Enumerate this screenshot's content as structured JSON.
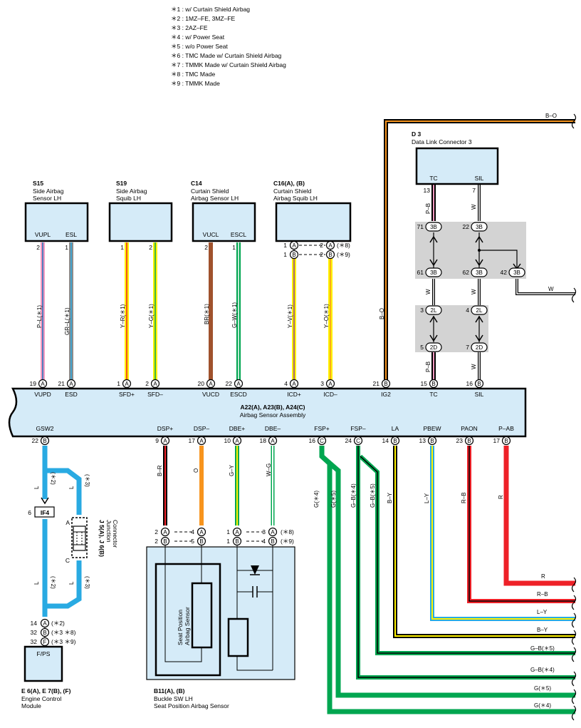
{
  "notes": [
    "＊1 : w/ Curtain Shield Airbag",
    "＊2 : 1MZ–FE,  3MZ–FE",
    "＊3 : 2AZ–FE",
    "＊4 : w/ Power Seat",
    "＊5 : w/o Power Seat",
    "＊6 : TMC Made w/ Curtain Shield Airbag",
    "＊7 : TMMK Made w/ Curtain Shield Airbag",
    "＊8 : TMC Made",
    "＊9 : TMMK Made"
  ],
  "components": {
    "s15": {
      "code": "S15",
      "name": [
        "Side Airbag",
        "Sensor LH"
      ],
      "pins": [
        "VUPL",
        "ESL"
      ]
    },
    "s19": {
      "code": "S19",
      "name": [
        "Side Airbag",
        "Squib LH"
      ]
    },
    "c14": {
      "code": "C14",
      "name": [
        "Curtain Shield",
        "Airbag Sensor LH"
      ],
      "pins": [
        "VUCL",
        "ESCL"
      ]
    },
    "c16": {
      "code": "C16(A), (B)",
      "name": [
        "Curtain Shield",
        "Airbag Squib LH"
      ]
    },
    "d3": {
      "code": "D 3",
      "name": "Data Link Connector 3",
      "pins": [
        "TC",
        "SIL"
      ]
    },
    "asm": {
      "code": "A22(A), A23(B), A24(C)",
      "name": "Airbag Sensor Assembly"
    },
    "ecm": {
      "code": "E 6(A), E 7(B), (F)",
      "name": [
        "Engine Control",
        "Module"
      ],
      "box": "F/PS"
    },
    "b11": {
      "code": "B11(A), (B)",
      "name": [
        "Buckle SW LH",
        "Seat Position Airbag Sensor"
      ],
      "inner": [
        "Seat Position",
        "Airbag Sensor"
      ]
    },
    "jc": {
      "code": "J 5(A), J 6(B)",
      "name": [
        "Junction",
        "Connector"
      ]
    },
    "if4": "IF4"
  },
  "asm_top_pins": [
    "VUPD",
    "ESD",
    "SFD+",
    "SFD–",
    "VUCD",
    "ESCD",
    "ICD+",
    "ICD–",
    "IG2",
    "TC",
    "SIL"
  ],
  "asm_top_nums": [
    "19",
    "21",
    "1",
    "2",
    "20",
    "22",
    "4",
    "3",
    "21",
    "15",
    "16"
  ],
  "asm_top_conn": [
    "A",
    "A",
    "A",
    "A",
    "A",
    "A",
    "A",
    "A",
    "B",
    "B",
    "B"
  ],
  "asm_bot_pins": [
    "GSW2",
    "DSP+",
    "DSP–",
    "DBE+",
    "DBE–",
    "FSP+",
    "FSP–",
    "LA",
    "PBEW",
    "PAON",
    "P–AB"
  ],
  "asm_bot_nums": [
    "22",
    "9",
    "17",
    "10",
    "18",
    "16",
    "24",
    "14",
    "13",
    "23",
    "17"
  ],
  "asm_bot_conn": [
    "B",
    "A",
    "A",
    "A",
    "A",
    "C",
    "C",
    "B",
    "B",
    "B",
    "B"
  ],
  "wire_labels": {
    "top": [
      "P–L(＊1)",
      "GR–L(＊1)",
      "Y–R(＊1)",
      "Y–G(＊1)",
      "BR(＊1)",
      "G–W(＊1)",
      "Y–V(＊1)",
      "Y–O(＊1)",
      "B–O",
      "P–B",
      "W",
      "W",
      "W",
      "P–B",
      "W"
    ],
    "bottom": [
      "B–R",
      "O",
      "G–Y",
      "W–G",
      "G(＊4)",
      "G(＊5)",
      "G–B(＊4)",
      "G–B(＊5)",
      "B–Y",
      "L–Y",
      "R–B",
      "R"
    ],
    "right": [
      "B–O",
      "W",
      "R",
      "R–B",
      "L–Y",
      "B–Y",
      "G–B(＊5)",
      "G–B(＊4)",
      "G(＊5)",
      "G(＊4)"
    ],
    "left": [
      "L",
      "L",
      "L",
      "L",
      "(＊2)",
      "(＊3)",
      "(＊2)",
      "(＊3)"
    ]
  },
  "splices": [
    "3B",
    "3B",
    "3B",
    "3B",
    "3B",
    "2L",
    "2L",
    "2D",
    "2D"
  ],
  "splice_nums": [
    "71",
    "22",
    "61",
    "62",
    "42",
    "3",
    "4",
    "5",
    "7"
  ],
  "misc": {
    "tags8": "(＊8)",
    "tags9": "(＊9)",
    "ecm_tags": [
      "(＊2)",
      "(＊3 ＊8)",
      "(＊3 ＊9)"
    ],
    "colors": {
      "panel": "#d5ebf8",
      "splice_box": "#d3d3d3",
      "green": "#00a650",
      "blue": "#29aae2",
      "red": "#ee2128",
      "orange": "#f7941d"
    }
  }
}
